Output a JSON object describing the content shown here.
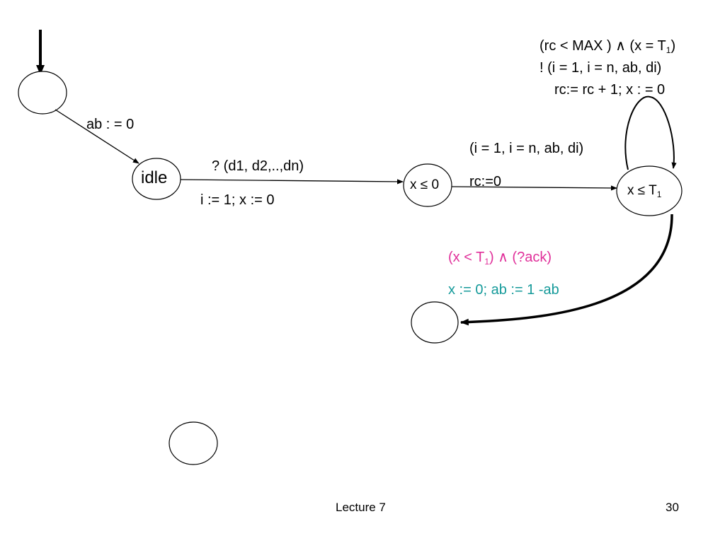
{
  "slide": {
    "footer_left": "Lecture 7",
    "page_number": "30"
  },
  "states": {
    "idle": "idle",
    "wait_x_le_0": "x ≤ 0",
    "wait_x_le_t1_prefix": "x ≤ T",
    "wait_x_le_t1_sub": "1"
  },
  "transitions": {
    "init": {
      "assign": "ab : = 0"
    },
    "idle_to_send": {
      "sync": "? (d1, d2,..,dn)",
      "assign": "i := 1; x := 0"
    },
    "send_to_wait": {
      "sync": "(i = 1, i = n, ab, di)",
      "assign": "rc:=0"
    },
    "self_loop": {
      "guard_a": "(rc < MAX ) ",
      "guard_and": "∧",
      "guard_b": " (x = T",
      "guard_sub": "1",
      "guard_close": ")",
      "sync": "! (i = 1, i = n, ab, di)",
      "assign": "rc:= rc + 1; x : = 0"
    },
    "ack": {
      "guard_a": "(x < T",
      "guard_sub": "1",
      "guard_b": ") ",
      "guard_and": "∧",
      "guard_c": " (?ack)",
      "assign": "x := 0; ab := 1 -ab"
    }
  },
  "colors": {
    "guard_color": "#e0309a",
    "assign_color": "#159a9a",
    "stroke": "#000000"
  }
}
